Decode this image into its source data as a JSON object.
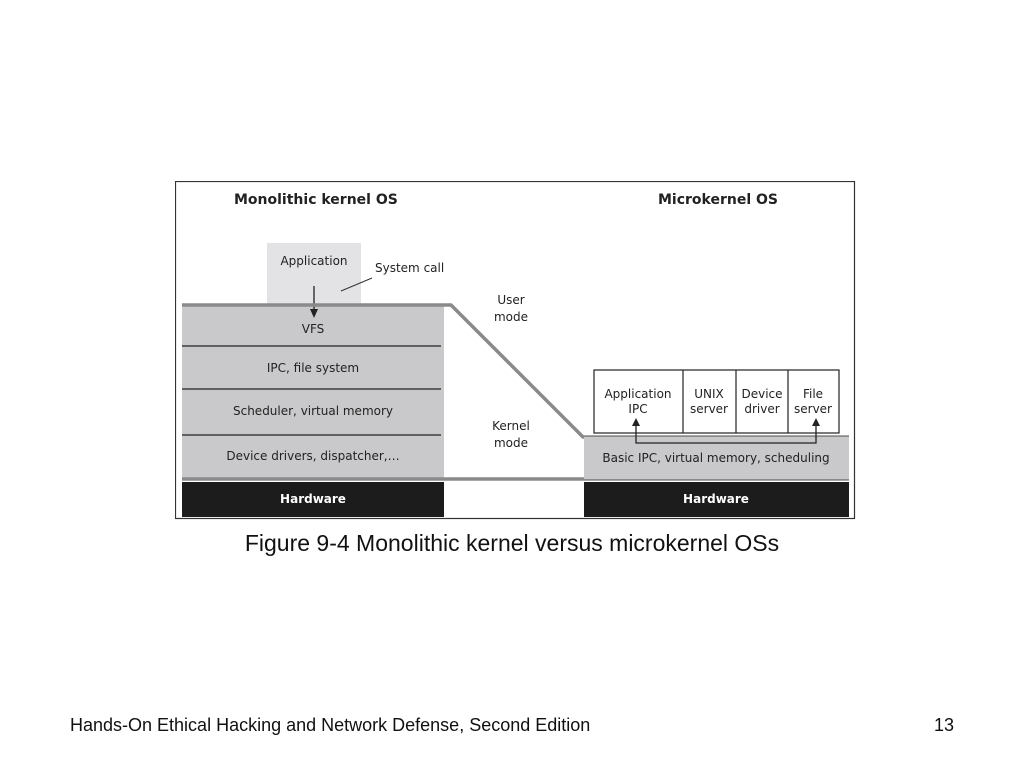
{
  "slide": {
    "caption": "Figure 9-4 Monolithic kernel versus microkernel OSs",
    "footer": "Hands-On Ethical Hacking and Network Defense, Second Edition",
    "page_number": "13"
  },
  "diagram": {
    "mono_title": "Monolithic kernel OS",
    "micro_title": "Microkernel OS",
    "application": "Application",
    "system_call": "System call",
    "user_mode": [
      "User",
      "mode"
    ],
    "kernel_mode": [
      "Kernel",
      "mode"
    ],
    "mono_layers": [
      "VFS",
      "IPC, file system",
      "Scheduler, virtual memory",
      "Device drivers, dispatcher,…"
    ],
    "hardware": "Hardware",
    "micro_servers": [
      [
        "Application",
        "IPC"
      ],
      [
        "UNIX",
        "server"
      ],
      [
        "Device",
        "driver"
      ],
      [
        "File",
        "server"
      ]
    ],
    "micro_kernel": "Basic IPC, virtual memory, scheduling",
    "colors": {
      "gray_fill": "#c9c9cb",
      "app_fill": "#e3e3e5",
      "hardware_fill": "#1c1c1c",
      "line_gray": "#8a8a8a"
    }
  }
}
